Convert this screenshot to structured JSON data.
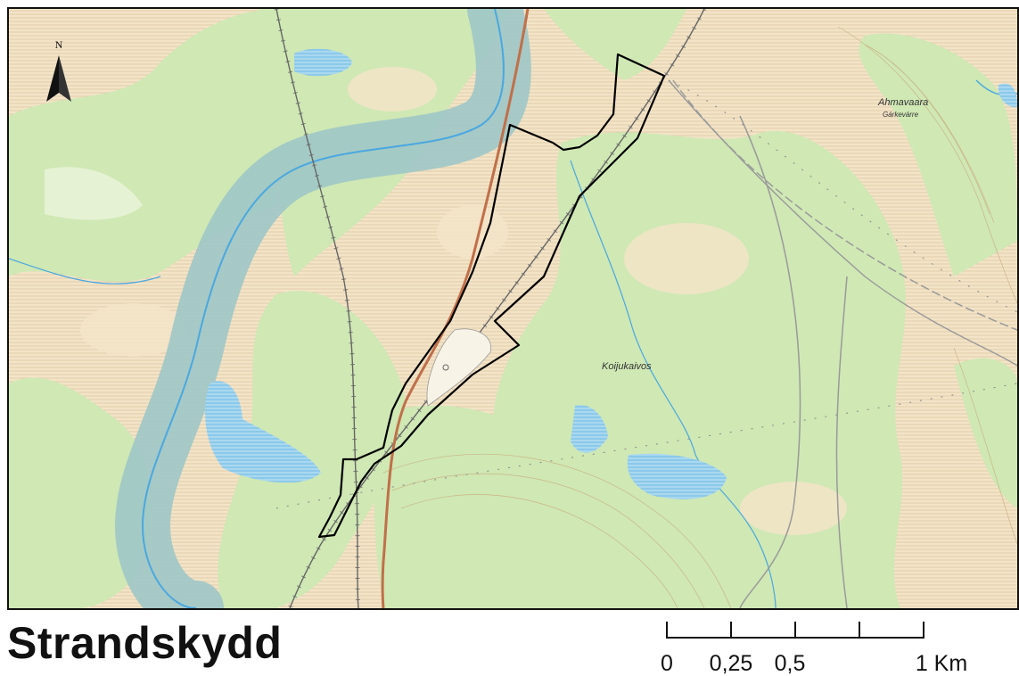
{
  "title": "Strandskydd",
  "north_arrow": {
    "label": "N",
    "icon": "north-arrow-icon"
  },
  "scale_bar": {
    "labels": [
      {
        "text": "0"
      },
      {
        "text": "0,25"
      },
      {
        "text": "0,5"
      },
      {
        "text": "1 Km"
      }
    ]
  },
  "place_labels": {
    "ahmavaara": "Ahmavaara",
    "garkevarre": "Gárkevárre",
    "koijukaivos": "Koijukaivos"
  },
  "colors": {
    "land_light": "#f6ecd8",
    "forest_green": "#cfe8b4",
    "shore_buffer": "#a6c9c4",
    "water": "#4aa8e0",
    "road": "#c0704a",
    "boundary": "#000000",
    "railway": "#666666"
  }
}
